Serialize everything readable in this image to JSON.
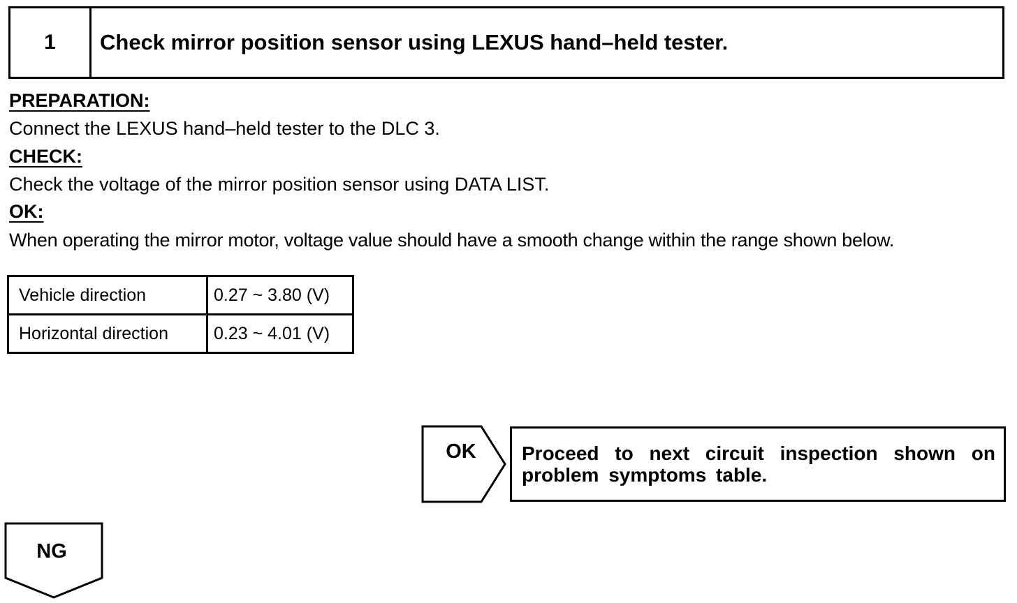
{
  "step": {
    "number": "1",
    "title": "Check mirror position sensor using LEXUS hand–held tester."
  },
  "preparation": {
    "heading": "PREPARATION:",
    "text": "Connect the LEXUS hand–held tester to the DLC 3."
  },
  "check": {
    "heading": "CHECK:",
    "text": "Check the voltage of the mirror position sensor using DATA LIST."
  },
  "ok_criteria": {
    "heading": "OK:",
    "text": "When operating the mirror motor, voltage value should have a smooth change within the range shown below."
  },
  "spec_table": {
    "rows": [
      {
        "label": "Vehicle direction",
        "value": "0.27 ~ 3.80 (V)"
      },
      {
        "label": "Horizontal direction",
        "value": "0.23 ~ 4.01 (V)"
      }
    ]
  },
  "flow": {
    "ok_label": "OK",
    "ok_text": "Proceed to next circuit inspection shown on problem symptoms table.",
    "ng_label": "NG"
  }
}
